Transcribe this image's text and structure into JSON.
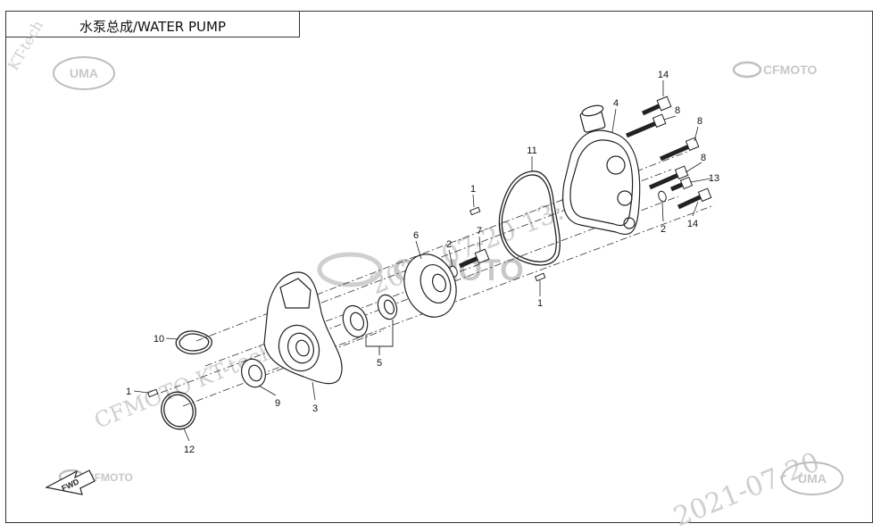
{
  "title": "水泵总成/WATER PUMP",
  "callouts": [
    "14",
    "4",
    "8",
    "8",
    "11",
    "8",
    "13",
    "1",
    "2",
    "14",
    "7",
    "6",
    "2",
    "1",
    "10",
    "5",
    "1",
    "9",
    "3",
    "12"
  ],
  "logos": {
    "uma": "UMA",
    "cfmoto": "CFMOTO",
    "fwd": "FWD"
  },
  "watermarks": {
    "cfmoto_center": "CFMOTO",
    "date_center": "2021-07-20 13:22:22",
    "date_bottom": "2021-07-20",
    "stamp_left": "CFMOTO  KT-tech",
    "corner": "KT-tech"
  },
  "colors": {
    "line": "#222222",
    "watermark": "#cfcfcf"
  }
}
